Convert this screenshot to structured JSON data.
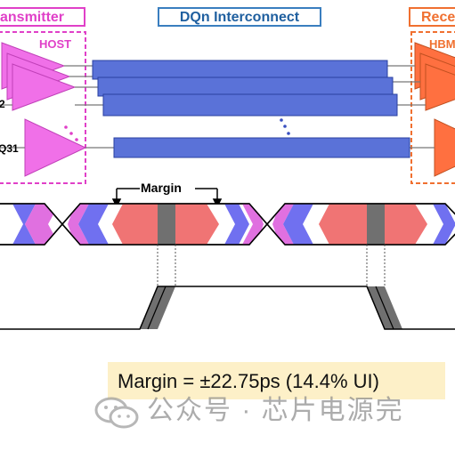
{
  "headers": {
    "transmitter": "ansmitter",
    "interconnect": "DQn Interconnect",
    "receiver": "Rece"
  },
  "blocks": {
    "host": "HOST",
    "hbm": "HBM"
  },
  "pins": {
    "dq2": "2",
    "dq31": "Q31"
  },
  "eye": {
    "margin_label": "Margin"
  },
  "result": {
    "text": "Margin = ±22.75ps (14.4% UI)"
  },
  "watermark": {
    "text": "公众号 · 芯片电源完"
  },
  "colors": {
    "transmitter": "#e040c8",
    "receiver": "#f07030",
    "interconnect": "#5a72d8",
    "eye_red": "#f07474",
    "eye_blue": "#7070f0",
    "eye_magenta": "#e070e0",
    "jitter_gray": "#707070",
    "result_bg": "#fdf0c8"
  }
}
